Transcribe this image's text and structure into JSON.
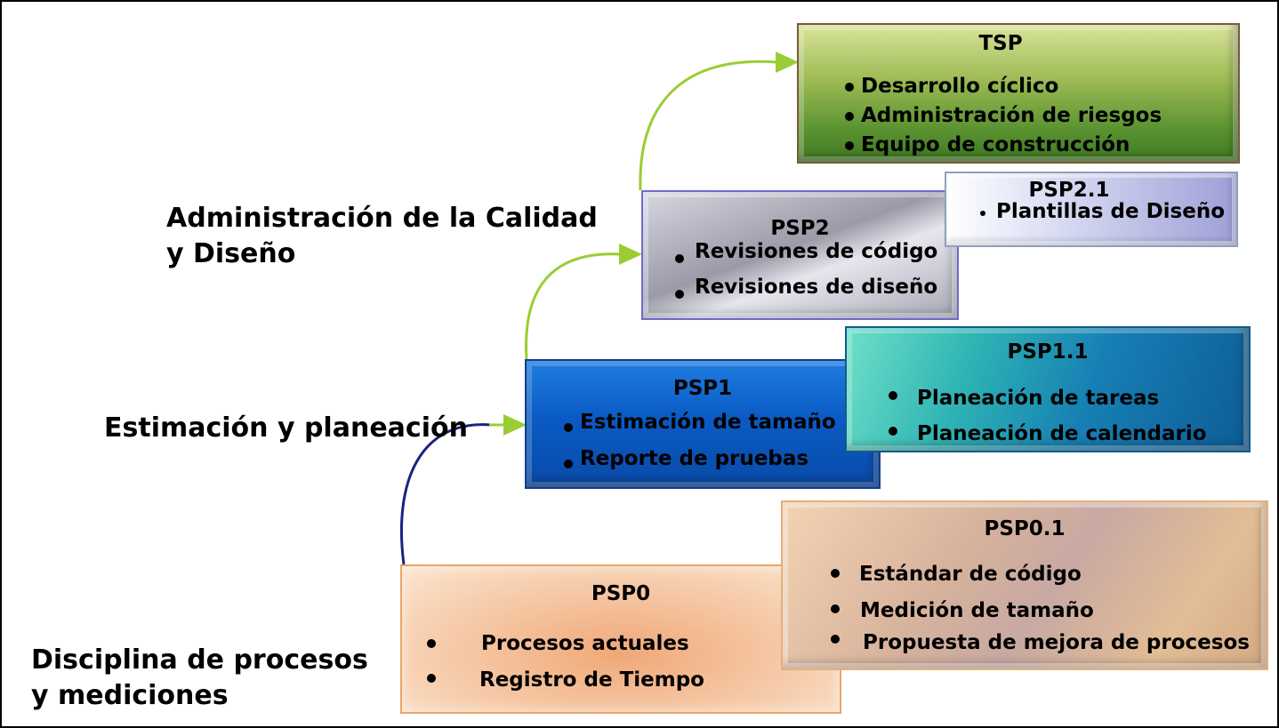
{
  "stage_labels": {
    "quality": [
      "Administración de la Calidad",
      "y Diseño"
    ],
    "estimation": "Estimación y planeación",
    "discipline": [
      "Disciplina de procesos",
      "y mediciones"
    ]
  },
  "levels": {
    "psp0": {
      "title": "PSP0",
      "items": [
        "Procesos actuales",
        "Registro de Tiempo"
      ]
    },
    "psp01": {
      "title": "PSP0.1",
      "items": [
        "Estándar de código",
        "Medición de tamaño",
        "Propuesta de mejora de procesos"
      ]
    },
    "psp1": {
      "title": "PSP1",
      "items": [
        "Estimación de tamaño",
        "Reporte de pruebas"
      ]
    },
    "psp11": {
      "title": "PSP1.1",
      "items": [
        "Planeación de tareas",
        "Planeación de calendario"
      ]
    },
    "psp2": {
      "title": "PSP2",
      "items": [
        "Revisiones de código",
        "Revisiones de diseño"
      ]
    },
    "psp21": {
      "title": "PSP2.1",
      "items": [
        "Plantillas de Diseño"
      ]
    },
    "tsp": {
      "title": "TSP",
      "items": [
        "Desarrollo cíclico",
        "Administración de riesgos",
        "Equipo de construcción"
      ]
    }
  },
  "colors": {
    "arrow_green": "#9acd32",
    "arrow_navy": "#1a237e"
  }
}
